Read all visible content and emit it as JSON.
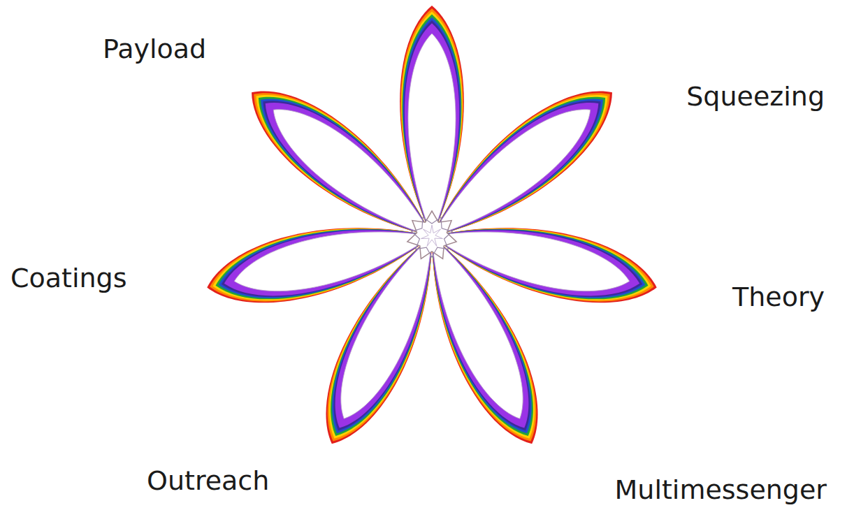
{
  "diagram": {
    "labels": [
      "Payload",
      "Squeezing",
      "Coatings",
      "Theory",
      "Outreach",
      "Multimessenger"
    ]
  }
}
